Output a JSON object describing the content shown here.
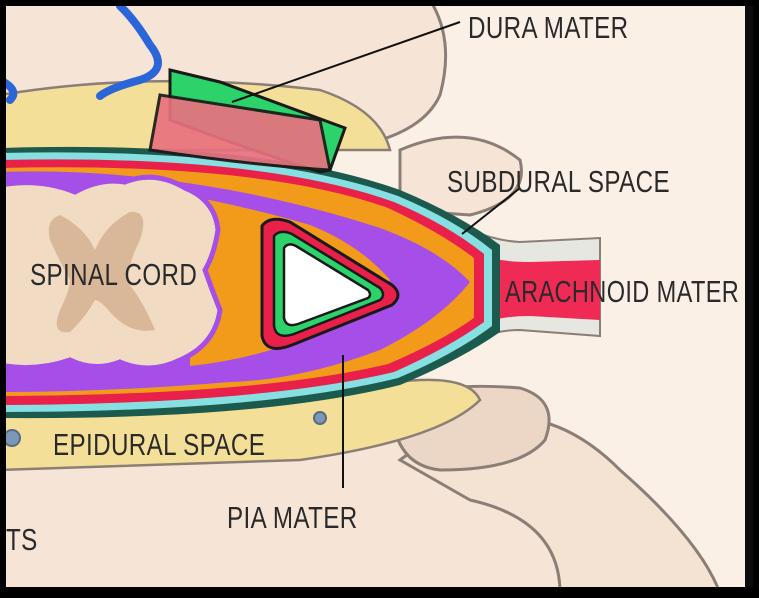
{
  "labels": {
    "dura": "DURA MATER",
    "subdural": "SUBDURAL SPACE",
    "spinal_cord": "SPINAL CORD",
    "arachnoid": "ARACHNOID MATER",
    "epidural": "EPIDURAL SPACE",
    "pia": "PIA MATER",
    "partial": "TS"
  },
  "colors": {
    "bone": "#f6e5d6",
    "bone_outline": "#8b7e76",
    "fat": "#f3df98",
    "dura": "#e8204a",
    "dura_flap_green": "#2bd36a",
    "dura_flap_pink": "#e8727f",
    "arachnoid_teal": "#86dfe0",
    "csf_orange": "#f29b1b",
    "pia_purple": "#a54ee8",
    "cord": "#f1dcc3",
    "grey_matter": "#d9b89a",
    "vessel_blue": "#2a66d8"
  }
}
